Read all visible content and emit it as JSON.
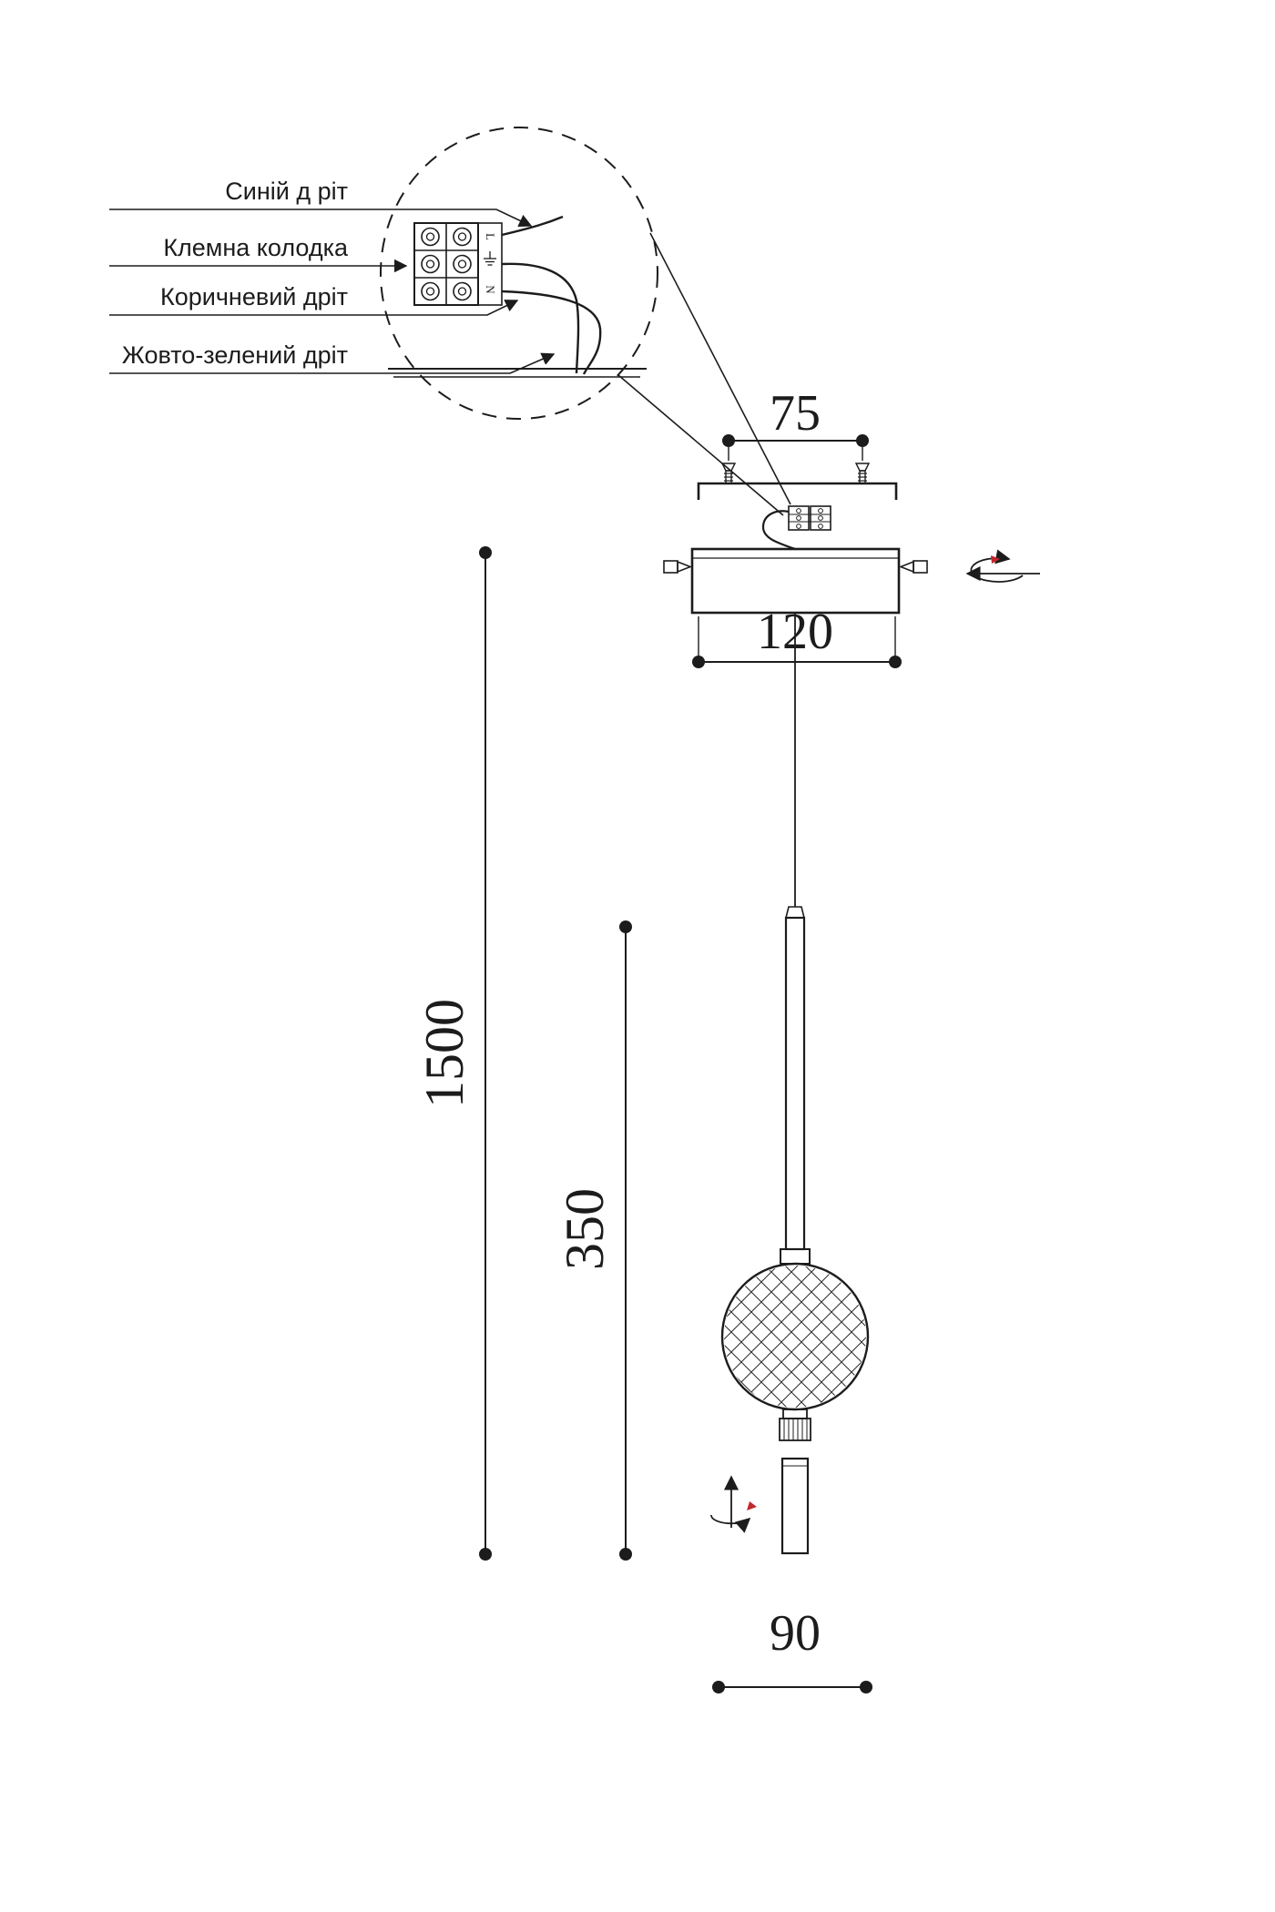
{
  "diagram": {
    "title": "pendant-lamp-installation-drawing",
    "callout": {
      "labels": {
        "blue_wire": "Синій д ріт",
        "terminal_block": "Клемна колодка",
        "brown_wire": "Коричневий дріт",
        "yellow_green_wire": "Жовто-зелений дріт"
      },
      "terminal_markings": {
        "live": "L",
        "neutral": "N"
      }
    },
    "dimensions": {
      "mount_hole_spacing": "75",
      "canopy_width": "120",
      "suspension_length": "1500",
      "fixture_height": "350",
      "shade_width": "90"
    },
    "colors": {
      "line": "#1c1c1c",
      "accent_red": "#c1272d",
      "background": "#ffffff"
    }
  }
}
